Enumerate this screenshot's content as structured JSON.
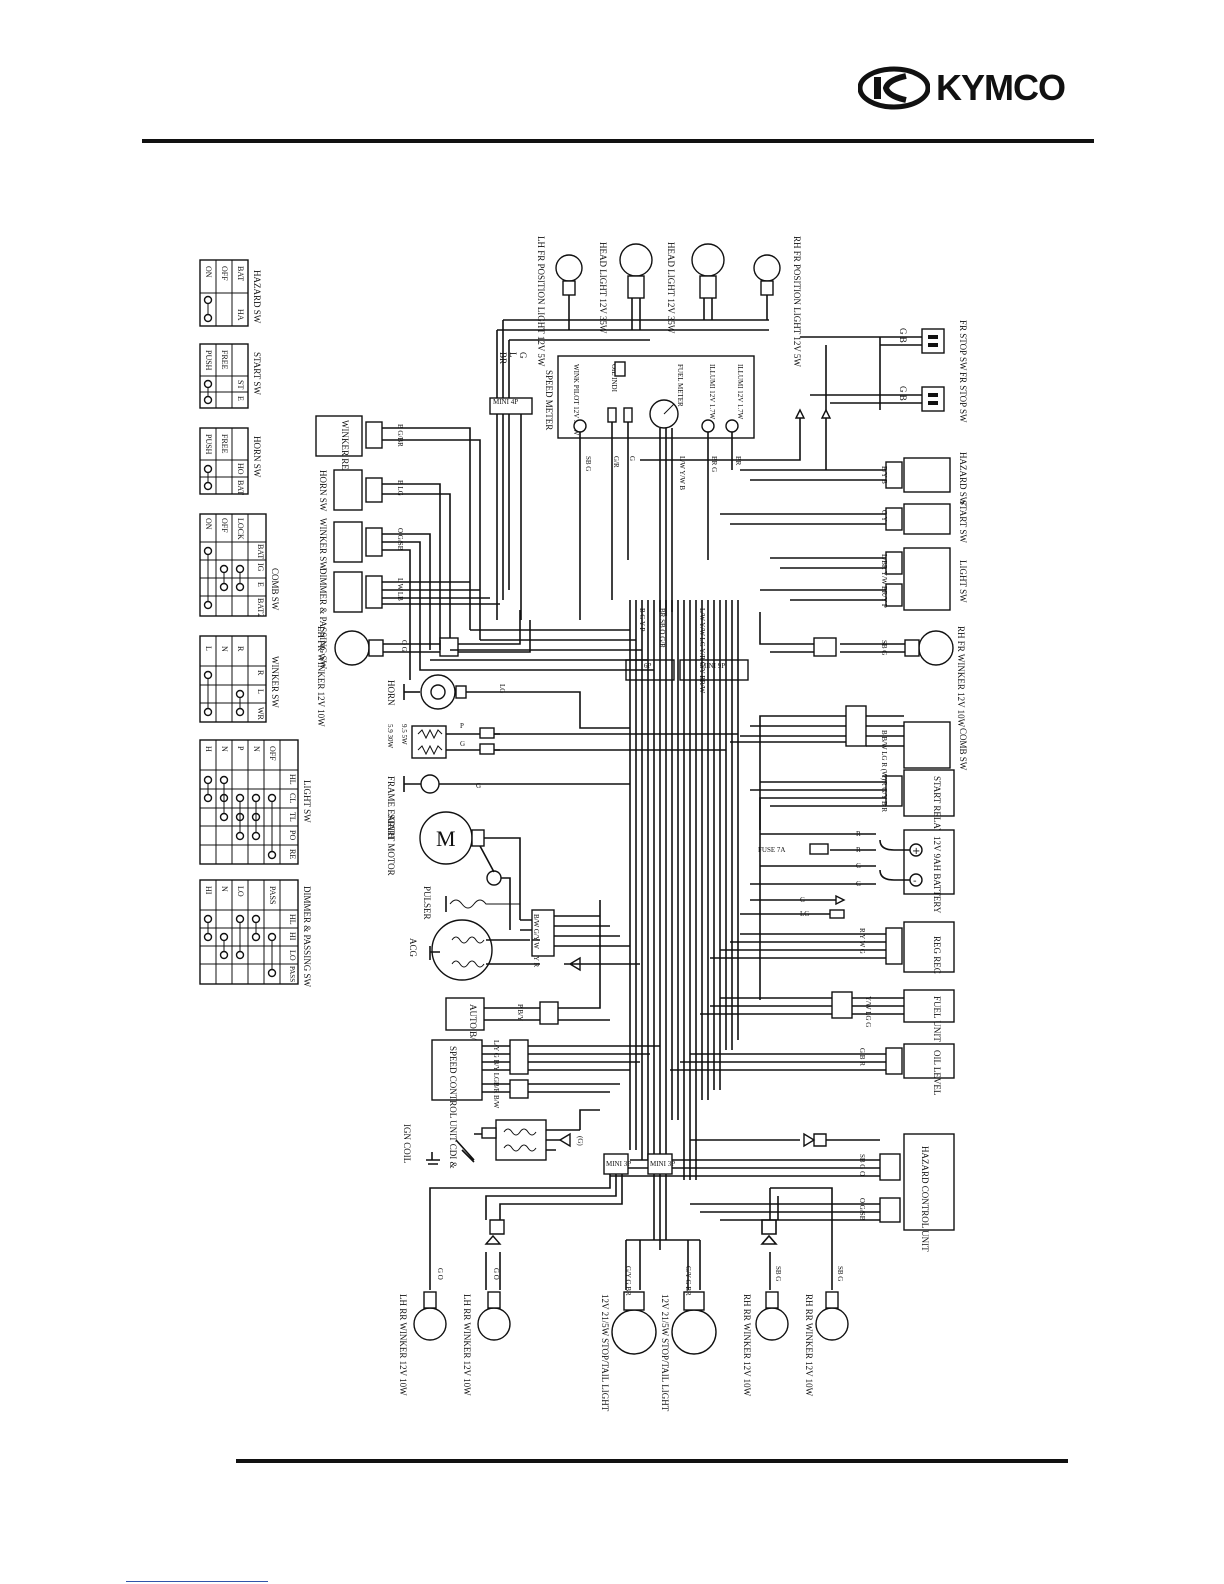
{
  "header": {
    "brand": "KYMCO"
  },
  "switch_tables": [
    {
      "title": "HAZARD SW",
      "columns": [
        "BAT",
        "HA"
      ],
      "rows": [
        "OFF",
        "ON"
      ]
    },
    {
      "title": "START SW",
      "columns": [
        "ST",
        "E"
      ],
      "rows": [
        "FREE",
        "PUSH"
      ]
    },
    {
      "title": "HORN SW",
      "columns": [
        "HO",
        "BAT"
      ],
      "rows": [
        "FREE",
        "PUSH"
      ]
    },
    {
      "title": "COMB SW",
      "columns": [
        "BAT",
        "IG",
        "E",
        "BAT2"
      ],
      "rows": [
        "LOCK",
        "OFF",
        "ON"
      ]
    },
    {
      "title": "WINKER SW",
      "columns": [
        "R",
        "L",
        "WR"
      ],
      "rows": [
        "R",
        "N",
        "L"
      ]
    },
    {
      "title": "LIGHT SW",
      "columns": [
        "HL",
        "CL",
        "TL",
        "PO",
        "RE"
      ],
      "rows": [
        "OFF",
        "N",
        "P",
        "N",
        "H"
      ]
    },
    {
      "title": "DIMMER & PASSING SW",
      "columns": [
        "HL",
        "HI",
        "LO",
        "PASS"
      ],
      "rows": [
        "PASS",
        "LO",
        "N",
        "HI"
      ]
    }
  ],
  "components": {
    "lh_fr_position": "LH FR POSITION LIGHT 12V 5W",
    "head_light_1": "HEAD LIGHT 12V 35W",
    "head_light_2": "HEAD LIGHT 12V 35W",
    "rh_fr_position": "RH FR POSITION LIGHT 12V 5W",
    "fr_stop_sw": "FR STOP SW",
    "fr_stop_sw_2": "FR STOP SW",
    "mini4p": "MINI 4P",
    "speed_meter": "SPEED METER",
    "winker_pilot": "WINK PILOT 12V 3.4W",
    "oil_indi": "OIL INDI",
    "fuel_meter": "FUEL METER",
    "illumi_1": "ILLUMI 12V 1.7W",
    "illumi_2": "ILLUMI 12V 1.7W",
    "winker_relay": "WINKER RELAY",
    "horn_sw": "HORN SW",
    "winker_sw": "WINKER SW",
    "dimmer_passing_sw": "DIMMER & PASSING SW",
    "hazard_sw": "HAZARD SW",
    "start_sw": "START SW",
    "light_sw": "LIGHT SW",
    "lh_fr_winker": "LH FR WINKER 12V 10W",
    "rh_fr_winker": "RH FR WINKER 12V 10W",
    "mini6p": "6P",
    "mini9p": "MINI 9P",
    "horn": "HORN",
    "resistor_1": "5.9 30W",
    "resistor_2": "9.5 5W",
    "frame_earth": "FRAME EARTH",
    "start_motor": "START MOTOR",
    "comb_sw": "COMB SW",
    "start_relay": "START RELAY",
    "battery": "12V 9AH BATTERY",
    "fuse": "FUSE 7A",
    "pulser": "PULSER",
    "acg": "ACG",
    "reg_rec": "REG REC",
    "auto_bs": "AUTO B/S",
    "fuel_unit": "FUEL UNIT",
    "speed_control": "SPEED CONTROL UNIT CDI &",
    "oil_level": "OIL LEVEL",
    "ign_coil": "IGN COIL",
    "hazard_control": "HAZARD CONTROL UNIT",
    "mini3p_1": "MINI 3P",
    "mini3p_2": "MINI 3P",
    "lh_rr_winker_1": "LH RR WINKER 12V 10W",
    "lh_rr_winker_2": "LH RR WINKER 12V 10W",
    "stop_tail_1": "12V 21/5W STOP/TAIL LIGHT",
    "stop_tail_2": "12V 21/5W STOP/TAIL LIGHT",
    "rh_rr_winker_1": "RH RR WINKER 12V 10W",
    "rh_rr_winker_2": "RH RR WINKER 12V 10W"
  },
  "wire_codes": {
    "top_g": "G",
    "top_l": "L",
    "top_br": "BR",
    "stop_gb": "G B",
    "stop_gb2": "G B",
    "relay": "B G/BR",
    "horn": "B LG",
    "winker": "O G/SB",
    "dimmer": "L W LB",
    "meter_sb": "SB G",
    "meter_g": "G",
    "meter_gr": "G/R",
    "meter_lw": "L/W Y/W B",
    "meter_br": "BR G",
    "meter_br2": "BR",
    "hazard": "B/Y B",
    "start": "G Y",
    "light1": "L/BR Y/W",
    "light2": "BR/Y P",
    "lh_winker": "O G",
    "rh_winker": "SB G",
    "conn_left": "B G Y P",
    "conn_mid": "BR SB O G/R",
    "conn_right": "L/W Y/W LG Y/R G/Y BR/W",
    "horn_w": "LG",
    "res1": "P",
    "res2": "G",
    "earth": "G",
    "comb": "B B/W LG R (W)",
    "start_relay": "Y/R G/Y B R",
    "batt1": "R",
    "batt2": "R",
    "batt3": "G",
    "batt4": "G",
    "g1": "G",
    "lg1": "LG",
    "reg": "R Y W G",
    "fuel": "Y/W LG G",
    "oil": "G B R",
    "pulser": "B/W G/Y W",
    "acg": "Y R",
    "autobs": "P B/Y",
    "cdi1": "L/Y G B/Y LG",
    "cdi2": "B/R B/W",
    "coil": "(G)",
    "hazard_u1": "SB G O",
    "hazard_u2": "O G/SB",
    "rear_lh1": "G O",
    "rear_lh2": "G O",
    "tail1": "G/Y G BR",
    "tail2": "G/Y G BR",
    "rear_rh1": "SB G",
    "rear_rh2": "SB G"
  }
}
